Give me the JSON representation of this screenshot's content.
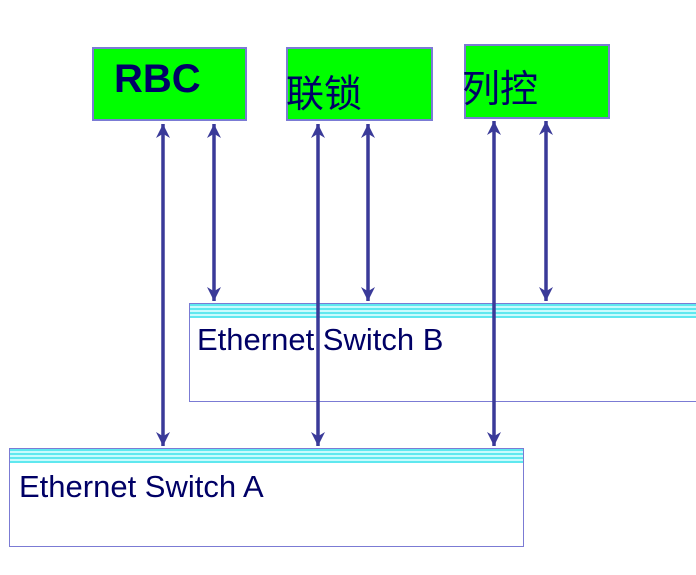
{
  "nodes": {
    "rbc": "RBC",
    "interlock": "联锁",
    "train_control": "列控"
  },
  "switches": {
    "b": "Ethernet Switch B",
    "a": "Ethernet Switch A"
  },
  "colors": {
    "node_fill": "#00ff00",
    "node_text": "#000066",
    "border": "#7b7bd4",
    "arrow": "#3a3a99",
    "stripe": "#5fe8ef"
  }
}
